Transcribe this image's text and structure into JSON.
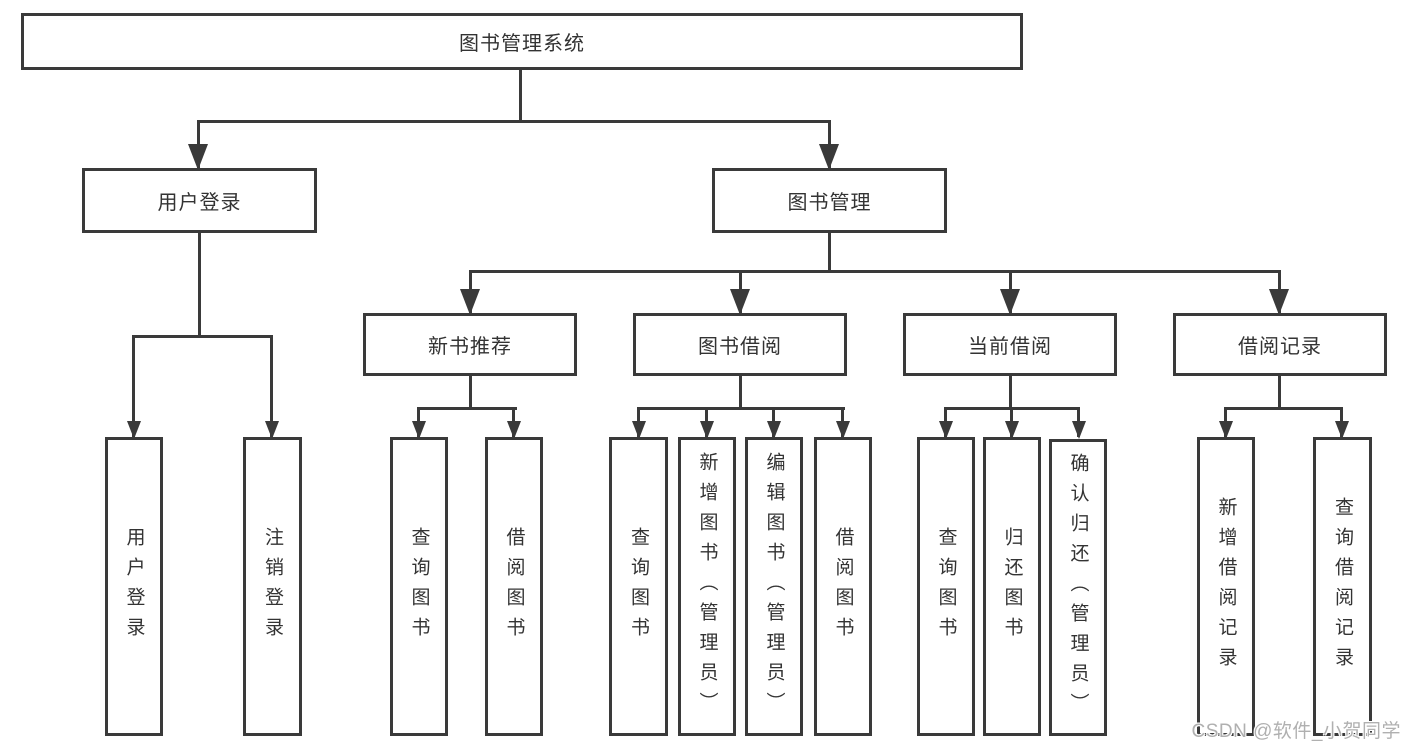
{
  "diagram": {
    "root": {
      "label": "图书管理系统"
    },
    "level2": [
      {
        "label": "用户登录"
      },
      {
        "label": "图书管理"
      }
    ],
    "level3": [
      {
        "label": "新书推荐"
      },
      {
        "label": "图书借阅"
      },
      {
        "label": "当前借阅"
      },
      {
        "label": "借阅记录"
      }
    ],
    "leaves": {
      "user_login": [
        {
          "label": "用户登录"
        },
        {
          "label": "注销登录"
        }
      ],
      "new_book": [
        {
          "label": "查询图书"
        },
        {
          "label": "借阅图书"
        }
      ],
      "book_borrow": [
        {
          "label": "查询图书"
        },
        {
          "label": "新增图书（管理员）"
        },
        {
          "label": "编辑图书（管理员）"
        },
        {
          "label": "借阅图书"
        }
      ],
      "current_borrow": [
        {
          "label": "查询图书"
        },
        {
          "label": "归还图书"
        },
        {
          "label": "确认归还（管理员）"
        }
      ],
      "borrow_records": [
        {
          "label": "新增借阅记录"
        },
        {
          "label": "查询借阅记录"
        }
      ]
    }
  },
  "watermark": {
    "text": "CSDN @软件_小贺同学"
  },
  "colors": {
    "line": "#3a3a3a",
    "text": "#333333",
    "background": "#ffffff",
    "watermark": "#b0b0b0"
  }
}
